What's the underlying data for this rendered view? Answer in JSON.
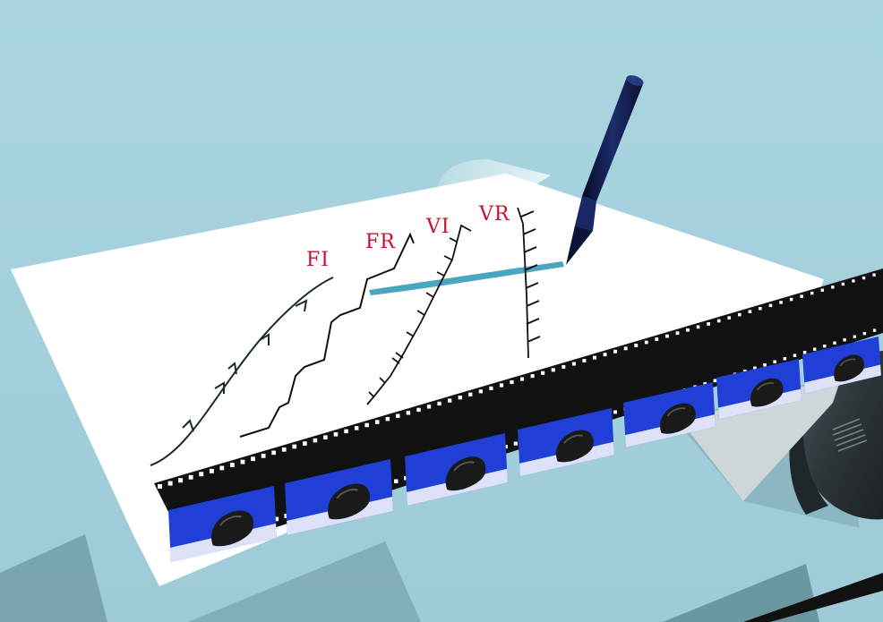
{
  "labels": {
    "fi": "FI",
    "fr": "FR",
    "vi": "VI",
    "vr": "VR"
  },
  "colors": {
    "background": "#a7d3df",
    "paper": "#ffffff",
    "label_red": "#c8102e",
    "pen": "#0e1a45",
    "film_frame": "#1f3fd6",
    "film_strip": "#111111",
    "drawn_line": "#4aa6bf"
  },
  "icons": {
    "pen": "pen-icon",
    "film": "film-strip-icon",
    "roller": "paper-roller-icon"
  }
}
